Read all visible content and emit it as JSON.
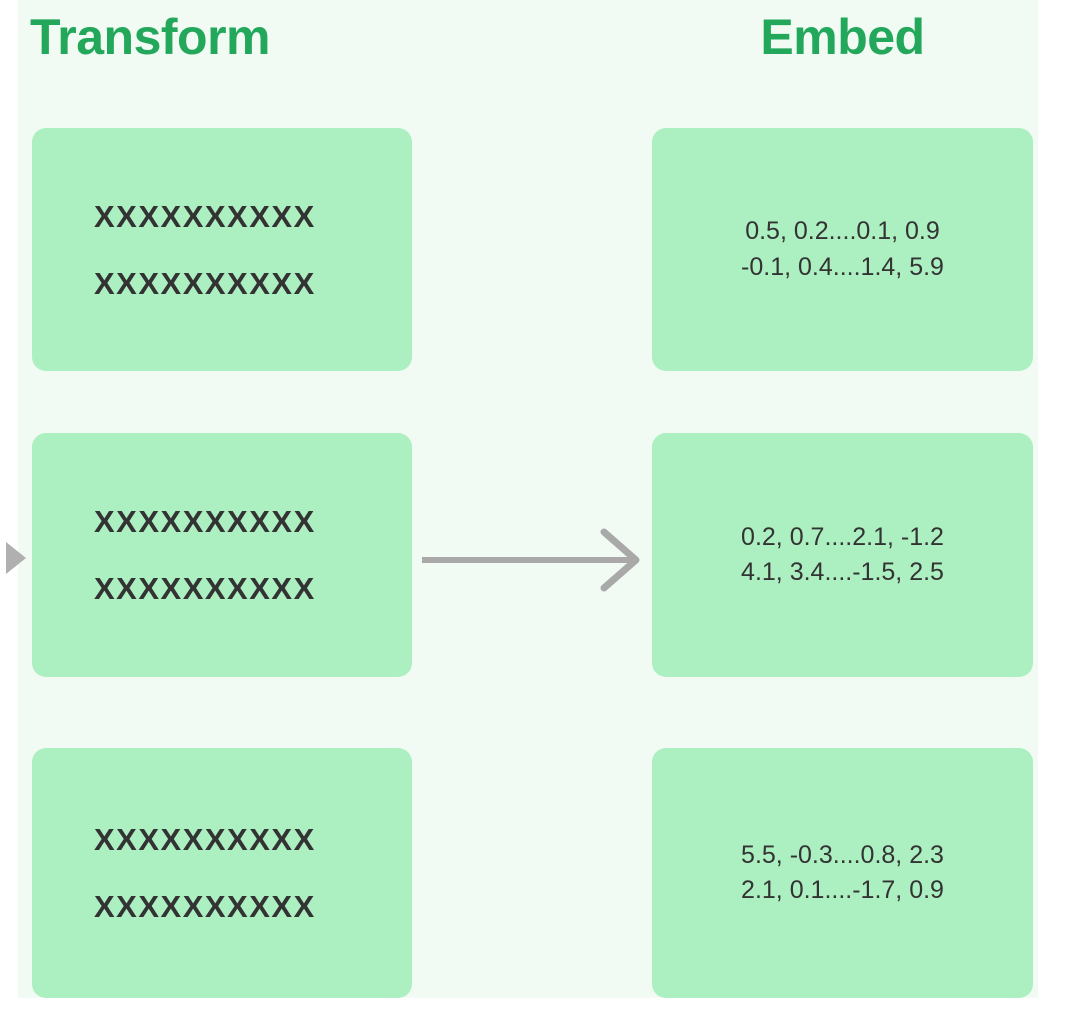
{
  "columns": {
    "left_title": "Transform",
    "right_title": "Embed"
  },
  "colors": {
    "heading_green": "#22A75B",
    "card_fill": "#ACF0C2",
    "panel_background": "#F1FBF3",
    "card_text": "#333333",
    "arrow_gray": "#A9A9A9"
  },
  "rows": [
    {
      "source": {
        "line1": "XXXXXXXXXX",
        "line2": "XXXXXXXXXX"
      },
      "embedding": {
        "line1": "0.5, 0.2....0.1, 0.9",
        "line2": "-0.1, 0.4....1.4, 5.9"
      }
    },
    {
      "source": {
        "line1": "XXXXXXXXXX",
        "line2": "XXXXXXXXXX"
      },
      "embedding": {
        "line1": "0.2, 0.7....2.1, -1.2",
        "line2": "4.1, 3.4....-1.5, 2.5"
      }
    },
    {
      "source": {
        "line1": "XXXXXXXXXX",
        "line2": "XXXXXXXXXX"
      },
      "embedding": {
        "line1": "5.5, -0.3....0.8, 2.3",
        "line2": "2.1, 0.1....-1.7, 0.9"
      }
    }
  ],
  "icons": {
    "flow_arrow": "arrow-right-icon",
    "edge_marker": "triangle-right-icon"
  }
}
